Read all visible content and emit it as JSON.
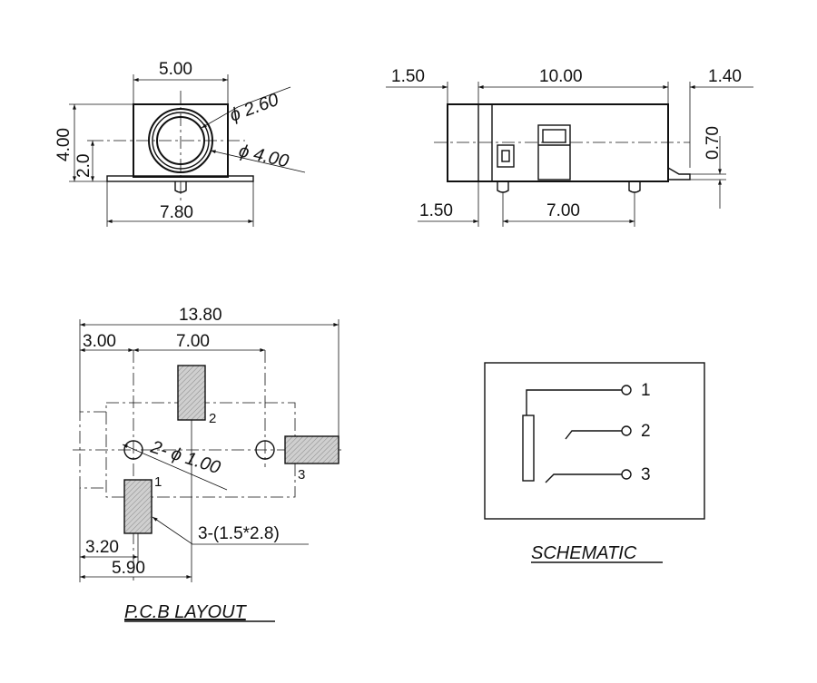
{
  "front_view": {
    "width_top": "5.00",
    "height_total": "4.00",
    "height_center": "2.0",
    "inner_diameter": "ϕ 2.60",
    "outer_diameter": "ϕ 4.00",
    "base_width": "7.80"
  },
  "side_view": {
    "left_offset": "1.50",
    "body_length": "10.00",
    "right_tab": "1.40",
    "tab_height": "0.70",
    "pin_offset": "1.50",
    "pin_spacing": "7.00"
  },
  "pcb_layout": {
    "total_width": "13.80",
    "left_to_hole": "3.00",
    "hole_spacing": "7.00",
    "hole_spec": "2- ϕ 1.00",
    "pad_spec": "3-(1.5*2.8)",
    "pad1_offset": "3.20",
    "pad2_offset": "5.90",
    "pin1": "1",
    "pin2": "2",
    "pin3": "3",
    "caption": "P.C.B LAYOUT"
  },
  "schematic": {
    "pin1": "1",
    "pin2": "2",
    "pin3": "3",
    "caption": "SCHEMATIC"
  }
}
